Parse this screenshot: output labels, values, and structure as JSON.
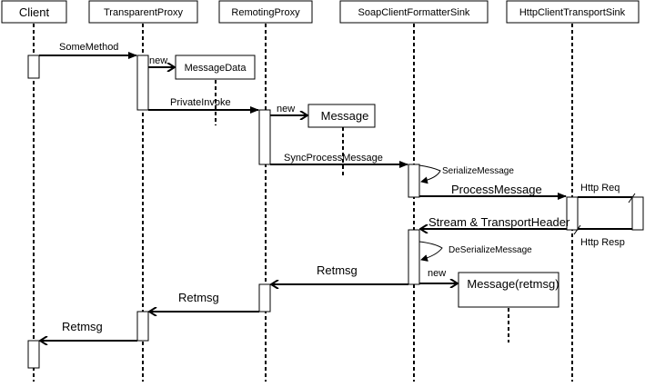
{
  "diagram": {
    "type": "sequence",
    "participants": [
      {
        "id": "client",
        "label": "Client"
      },
      {
        "id": "transparent_proxy",
        "label": "TransparentProxy"
      },
      {
        "id": "remoting_proxy",
        "label": "RemotingProxy"
      },
      {
        "id": "soap_formatter",
        "label": "SoapClientFormatterSink"
      },
      {
        "id": "http_transport",
        "label": "HttpClientTransportSink"
      }
    ],
    "created_objects": [
      {
        "id": "message_data",
        "label": "MessageData",
        "created_by": "transparent_proxy",
        "create_label": "new"
      },
      {
        "id": "message",
        "label": "Message",
        "created_by": "remoting_proxy",
        "create_label": "new"
      },
      {
        "id": "message_retmsg",
        "label": "Message(retmsg)",
        "created_by": "soap_formatter",
        "create_label": "new"
      }
    ],
    "messages": [
      {
        "from": "client",
        "to": "transparent_proxy",
        "label": "SomeMethod"
      },
      {
        "from": "transparent_proxy",
        "to": "remoting_proxy",
        "label": "PrivateInvoke"
      },
      {
        "from": "remoting_proxy",
        "to": "soap_formatter",
        "label": "SyncProcessMessage"
      },
      {
        "from": "soap_formatter",
        "to": "soap_formatter",
        "label": "SerializeMessage"
      },
      {
        "from": "soap_formatter",
        "to": "http_transport",
        "label": "ProcessMessage"
      },
      {
        "from": "http_transport",
        "to": "server",
        "label": "Http Req"
      },
      {
        "from": "server",
        "to": "http_transport",
        "label": "Http Resp"
      },
      {
        "from": "http_transport",
        "to": "soap_formatter",
        "label": "Stream & TransportHeader"
      },
      {
        "from": "soap_formatter",
        "to": "soap_formatter",
        "label": "DeSerializeMessage"
      },
      {
        "from": "soap_formatter",
        "to": "remoting_proxy",
        "label": "Retmsg"
      },
      {
        "from": "remoting_proxy",
        "to": "transparent_proxy",
        "label": "Retmsg"
      },
      {
        "from": "transparent_proxy",
        "to": "client",
        "label": "Retmsg"
      }
    ]
  }
}
